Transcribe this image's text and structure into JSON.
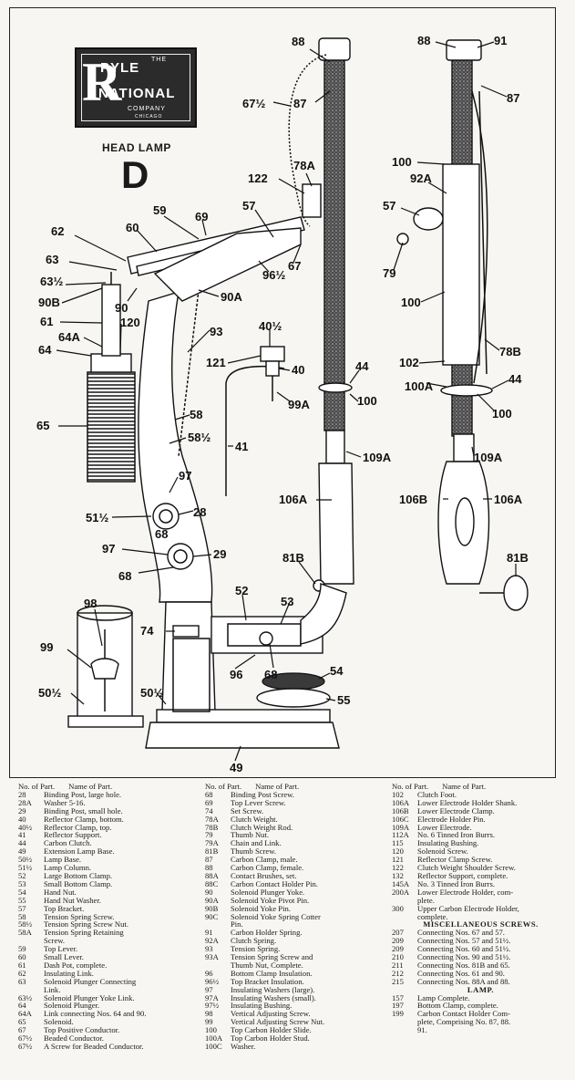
{
  "header": {
    "logo_the": "THE",
    "logo_pyle": "PYLE",
    "logo_national": "NATIONAL",
    "logo_company": "COMPANY",
    "logo_city": "CHICAGO",
    "subtitle": "HEAD LAMP",
    "letter": "D"
  },
  "callouts": {
    "c88a": "88",
    "c67h": "67½",
    "c87a": "87",
    "c78a": "78A",
    "c122": "122",
    "c57a": "57",
    "c59": "59",
    "c60": "60",
    "c69": "69",
    "c62": "62",
    "c63": "63",
    "c63h": "63½",
    "c90b": "90B",
    "c90": "90",
    "c90a": "90A",
    "c96h": "96½",
    "c67": "67",
    "c61": "61",
    "c120": "120",
    "c64a": "64A",
    "c64": "64",
    "c93": "93",
    "c40h": "40½",
    "c121": "121",
    "c40": "40",
    "c44a": "44",
    "c99a": "99A",
    "c100a": "100",
    "c65": "65",
    "c58": "58",
    "c58h": "58½",
    "c41": "41",
    "c109a": "109A",
    "c97a": "97",
    "c51h": "51½",
    "c28": "28",
    "c68a": "68",
    "c106a": "106A",
    "c97b": "97",
    "c29": "29",
    "c68b": "68",
    "c81ba": "81B",
    "c52": "52",
    "c53": "53",
    "c98": "98",
    "c74": "74",
    "c99": "99",
    "c96": "96",
    "c68c": "68",
    "c54": "54",
    "c50ha": "50½",
    "c50hb": "50½",
    "c55": "55",
    "c49": "49",
    "r88": "88",
    "r91": "91",
    "r87": "87",
    "r100a": "100",
    "r92a": "92A",
    "r57": "57",
    "r79": "79",
    "r100b": "100",
    "r78b": "78B",
    "r102": "102",
    "r100A": "100A",
    "r44": "44",
    "r100c": "100",
    "r109a": "109A",
    "r106b": "106B",
    "r106a": "106A",
    "r81b": "81B"
  },
  "parts_list": {
    "col_header_no": "No. of Part.",
    "col_header_name": "Name of Part.",
    "col1": [
      {
        "no": "28",
        "name": "Binding Post, large hole."
      },
      {
        "no": "28A",
        "name": "Washer 5-16."
      },
      {
        "no": "29",
        "name": "Binding Post, small hole."
      },
      {
        "no": "40",
        "name": "Reflector Clamp, bottom."
      },
      {
        "no": "40½",
        "name": "Reflector Clamp, top."
      },
      {
        "no": "41",
        "name": "Reflector Support."
      },
      {
        "no": "44",
        "name": "Carbon Clutch."
      },
      {
        "no": "49",
        "name": "Extension Lamp Base."
      },
      {
        "no": "50½",
        "name": "Lamp Base."
      },
      {
        "no": "51½",
        "name": "Lamp Column."
      },
      {
        "no": "52",
        "name": "Large Bottom Clamp."
      },
      {
        "no": "53",
        "name": "Small Bottom Clamp."
      },
      {
        "no": "54",
        "name": "Hand Nut."
      },
      {
        "no": "55",
        "name": "Hand Nut Washer."
      },
      {
        "no": "57",
        "name": "Top Bracket."
      },
      {
        "no": "58",
        "name": "Tension Spring Screw."
      },
      {
        "no": "58½",
        "name": "Tension Spring Screw Nut."
      },
      {
        "no": "58A",
        "name": "Tension    Spring    Retaining"
      },
      {
        "no": "",
        "name": "Screw."
      },
      {
        "no": "59",
        "name": "Top Lever."
      },
      {
        "no": "60",
        "name": "Small Lever."
      },
      {
        "no": "61",
        "name": "Dash Pot, complete."
      },
      {
        "no": "62",
        "name": "Insulating Link."
      },
      {
        "no": "63",
        "name": "Solenoid   Plunger   Connecting"
      },
      {
        "no": "",
        "name": "Link."
      },
      {
        "no": "63½",
        "name": "Solenoid Plunger Yoke Link."
      },
      {
        "no": "64",
        "name": "Solenoid Plunger."
      },
      {
        "no": "64A",
        "name": "Link connecting Nos. 64 and 90."
      },
      {
        "no": "65",
        "name": "Solenoid."
      },
      {
        "no": "67",
        "name": "Top Positive Conductor."
      },
      {
        "no": "67½",
        "name": "Beaded Conductor."
      },
      {
        "no": "67½",
        "name": "A Screw for Beaded Conductor."
      }
    ],
    "col2": [
      {
        "no": "68",
        "name": "Binding Post Screw."
      },
      {
        "no": "69",
        "name": "Top Lever Screw."
      },
      {
        "no": "74",
        "name": "Set Screw."
      },
      {
        "no": "78A",
        "name": "Clutch Weight."
      },
      {
        "no": "78B",
        "name": "Clutch Weight Rod."
      },
      {
        "no": "79",
        "name": "Thumb Nut."
      },
      {
        "no": "79A",
        "name": "Chain and Link."
      },
      {
        "no": "81B",
        "name": "Thumb Screw."
      },
      {
        "no": "87",
        "name": "Carbon Clamp, male."
      },
      {
        "no": "88",
        "name": "Carbon Clamp, female."
      },
      {
        "no": "88A",
        "name": "Contact Brushes, set."
      },
      {
        "no": "88C",
        "name": "Carbon Contact Holder Pin."
      },
      {
        "no": "90",
        "name": "Solenoid Plunger Yoke."
      },
      {
        "no": "90A",
        "name": "Solenoid Yoke Pivot Pin."
      },
      {
        "no": "90B",
        "name": "Solenoid Yoke Pin."
      },
      {
        "no": "90C",
        "name": "Solenoid  Yoke  Spring  Cotter"
      },
      {
        "no": "",
        "name": "Pin."
      },
      {
        "no": "91",
        "name": "Carbon Holder Spring."
      },
      {
        "no": "92A",
        "name": "Clutch Spring."
      },
      {
        "no": "93",
        "name": "Tension Spring."
      },
      {
        "no": "93A",
        "name": "Tension   Spring   Screw   and"
      },
      {
        "no": "",
        "name": "Thumb Nut, Complete."
      },
      {
        "no": "96",
        "name": "Bottom Clamp Insulation."
      },
      {
        "no": "96½",
        "name": "Top Bracket Insulation."
      },
      {
        "no": "97",
        "name": "Insulating Washers (large)."
      },
      {
        "no": "97A",
        "name": "Insulating Washers (small)."
      },
      {
        "no": "97½",
        "name": "Insulating Bushing."
      },
      {
        "no": "98",
        "name": "Vertical Adjusting Screw."
      },
      {
        "no": "99",
        "name": "Vertical Adjusting Screw Nut."
      },
      {
        "no": "100",
        "name": "Top Carbon Holder Slide."
      },
      {
        "no": "100A",
        "name": "Top Carbon Holder Stud."
      },
      {
        "no": "100C",
        "name": "Washer."
      }
    ],
    "col3": [
      {
        "no": "102",
        "name": "Clutch Foot."
      },
      {
        "no": "106A",
        "name": "Lower Electrode Holder Shank."
      },
      {
        "no": "106B",
        "name": "Lower Electrode Clamp."
      },
      {
        "no": "106C",
        "name": "Electrode Holder Pin."
      },
      {
        "no": "109A",
        "name": "Lower Electrode."
      },
      {
        "no": "112A",
        "name": "No. 6 Tinned Iron Burrs."
      },
      {
        "no": "115",
        "name": "Insulating Bushing."
      },
      {
        "no": "120",
        "name": "Solenoid Screw."
      },
      {
        "no": "121",
        "name": "Reflector Clamp Screw."
      },
      {
        "no": "122",
        "name": "Clutch Weight Shoulder Screw."
      },
      {
        "no": "132",
        "name": "Reflector Support, complete."
      },
      {
        "no": "145A",
        "name": "No. 3 Tinned Iron Burrs."
      },
      {
        "no": "200A",
        "name": "Lower Electrode Holder, com-"
      },
      {
        "no": "",
        "name": "plete."
      },
      {
        "no": "300",
        "name": "Upper Carbon Electrode Holder,"
      },
      {
        "no": "",
        "name": "complete."
      }
    ],
    "misc_title": "MISCELLANEOUS SCREWS.",
    "misc": [
      {
        "no": "207",
        "name": "Connecting Nos. 67 and 57."
      },
      {
        "no": "209",
        "name": "Connecting Nos. 57 and 51½."
      },
      {
        "no": "209",
        "name": "Connecting Nos. 60 and 51½."
      },
      {
        "no": "210",
        "name": "Connecting Nos. 90 and 51½."
      },
      {
        "no": "211",
        "name": "Connecting Nos. 81B and 65."
      },
      {
        "no": "212",
        "name": "Connecting Nos. 61 and 90."
      },
      {
        "no": "215",
        "name": "Connecting Nos. 88A and 88."
      }
    ],
    "lamp_title": "LAMP.",
    "lamp": [
      {
        "no": "157",
        "name": "Lamp Complete."
      },
      {
        "no": "197",
        "name": "Bottom Clamp, complete."
      },
      {
        "no": "199",
        "name": "Carbon Contact Holder Com-"
      },
      {
        "no": "",
        "name": "plete, Comprising No. 87, 88."
      },
      {
        "no": "",
        "name": "91."
      }
    ]
  }
}
